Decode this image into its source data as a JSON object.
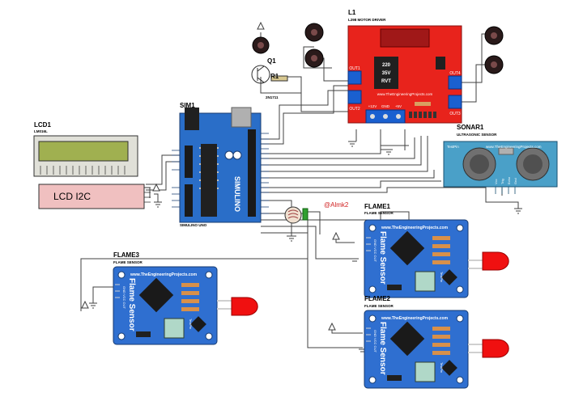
{
  "components": {
    "lcd": {
      "ref": "LCD1",
      "part": "LM016L",
      "module": "LCD I2C"
    },
    "arduino": {
      "ref": "SIM1",
      "part": "SIMULINO UNO",
      "board": "SIMULINO"
    },
    "motor_driver": {
      "ref": "L1",
      "part": "L298 MOTOR DRIVER",
      "chip_lines": [
        "220",
        "35V",
        "RVT"
      ],
      "site": "www.TheEngineeringProjects.com",
      "out1": "OUT1",
      "out2": "OUT2",
      "out3": "OUT3",
      "out4": "OUT4",
      "power": [
        "+12V",
        "GND",
        "+5V"
      ]
    },
    "transistor": {
      "ref": "Q1",
      "part": "2N1711"
    },
    "resistor": {
      "ref": "R1"
    },
    "sonar": {
      "ref": "SONAR1",
      "part": "ULTRASONIC SENSOR",
      "pins": [
        "TestPin",
        "Vcc",
        "Trig",
        "Echo",
        "Gnd"
      ],
      "site": "www.TheEngineeringProjects.com"
    },
    "flame1": {
      "ref": "FLAME1",
      "part": "FLAME SENSOR"
    },
    "flame2": {
      "ref": "FLAME2",
      "part": "FLAME SENSOR"
    },
    "flame3": {
      "ref": "FLAME3",
      "part": "FLAME SENSOR"
    },
    "flame_board": {
      "site": "www.TheEngineeringProjects.com",
      "text": "Flame Sensor",
      "pins": "GND VCC OUT",
      "test": "TestPin"
    },
    "watermark": "@Almk2"
  },
  "colors": {
    "wire": "#404040",
    "motor_driver": "#e8231c",
    "flame_board": "#2f6fd0",
    "sonar": "#4aa0c8",
    "arduino": "#2a6ec8",
    "lcd_screen": "#a0b050",
    "lcd_module": "#f0c0c0",
    "flame_led": "#f01010",
    "watermark": "#d02020"
  }
}
